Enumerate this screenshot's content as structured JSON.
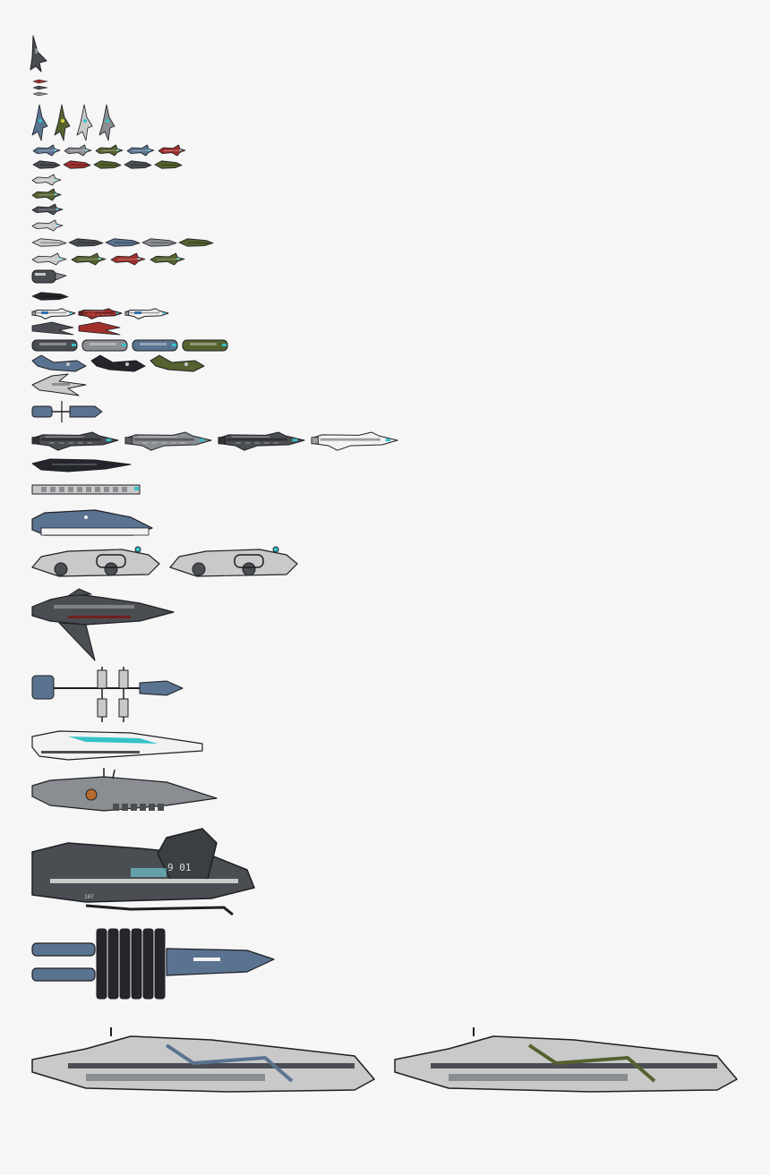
{
  "sheet": {
    "background": "#f6f6f6",
    "ink": "#1e1f24"
  },
  "palette": {
    "white": "#f2f2f2",
    "light_gray": "#c9c9c9",
    "steel_gray": "#8a8d92",
    "dark_gray": "#4a4d52",
    "near_black": "#24262b",
    "blue_steel": "#5a7390",
    "olive": "#55622f",
    "red": "#a0302c",
    "teal": "#35c3c8",
    "cyan_glow": "#7ff3ff"
  },
  "ship_rows": [
    {
      "name": "interceptor-vertical",
      "variants": [
        "dark_gray"
      ]
    },
    {
      "name": "micro-drones",
      "variants": [
        "red",
        "dark_gray",
        "steel_gray"
      ]
    },
    {
      "name": "upright-fighters",
      "variants": [
        "blue_steel",
        "olive",
        "light_gray",
        "steel_gray"
      ]
    },
    {
      "name": "small-fighters-a",
      "variants": [
        "blue_steel",
        "steel_gray",
        "olive",
        "blue_steel",
        "red"
      ]
    },
    {
      "name": "small-fighters-b",
      "variants": [
        "dark_gray",
        "red",
        "olive",
        "dark_gray",
        "olive"
      ]
    },
    {
      "name": "scout-white",
      "variants": [
        "light_gray"
      ]
    },
    {
      "name": "scout-olive",
      "variants": [
        "olive"
      ]
    },
    {
      "name": "scout-gray",
      "variants": [
        "dark_gray"
      ]
    },
    {
      "name": "scout-pale",
      "variants": [
        "light_gray"
      ]
    },
    {
      "name": "strike-fighters",
      "variants": [
        "light_gray",
        "dark_gray",
        "blue_steel",
        "steel_gray",
        "olive"
      ]
    },
    {
      "name": "raiders",
      "variants": [
        "light_gray",
        "olive",
        "red",
        "olive"
      ]
    },
    {
      "name": "pod-ship",
      "variants": [
        "dark_gray"
      ]
    },
    {
      "name": "dart",
      "variants": [
        "near_black"
      ]
    },
    {
      "name": "gunships",
      "variants": [
        "white",
        "red",
        "white"
      ]
    },
    {
      "name": "claw-ships",
      "variants": [
        "dark_gray",
        "red"
      ]
    },
    {
      "name": "corvettes",
      "variants": [
        "dark_gray",
        "steel_gray",
        "blue_steel",
        "olive"
      ]
    },
    {
      "name": "whale-ships",
      "variants": [
        "blue_steel",
        "near_black",
        "olive"
      ]
    },
    {
      "name": "talon",
      "variants": [
        "light_gray"
      ]
    },
    {
      "name": "mast-ship",
      "variants": [
        "blue_steel"
      ]
    },
    {
      "name": "frigates",
      "variants": [
        "dark_gray",
        "steel_gray",
        "dark_gray",
        "white"
      ]
    },
    {
      "name": "stealth-cruiser",
      "variants": [
        "near_black"
      ]
    },
    {
      "name": "lance",
      "variants": [
        "light_gray"
      ]
    },
    {
      "name": "blue-hauler",
      "variants": [
        "blue_steel"
      ]
    },
    {
      "name": "wheeled-transports",
      "variants": [
        "light_gray",
        "light_gray"
      ]
    },
    {
      "name": "winged-destroyer",
      "variants": [
        "dark_gray"
      ]
    },
    {
      "name": "solar-ship",
      "variants": [
        "blue_steel"
      ]
    },
    {
      "name": "white-cruiser",
      "variants": [
        "white"
      ]
    },
    {
      "name": "antenna-cruiser",
      "variants": [
        "steel_gray"
      ]
    },
    {
      "name": "dreadnought",
      "variants": [
        "dark_gray"
      ]
    },
    {
      "name": "ring-ship",
      "variants": [
        "blue_steel"
      ]
    },
    {
      "name": "battleships",
      "variants": [
        "light_gray",
        "olive"
      ]
    }
  ],
  "markings": {
    "hangar_code": "9 01",
    "hull_code": "107"
  }
}
